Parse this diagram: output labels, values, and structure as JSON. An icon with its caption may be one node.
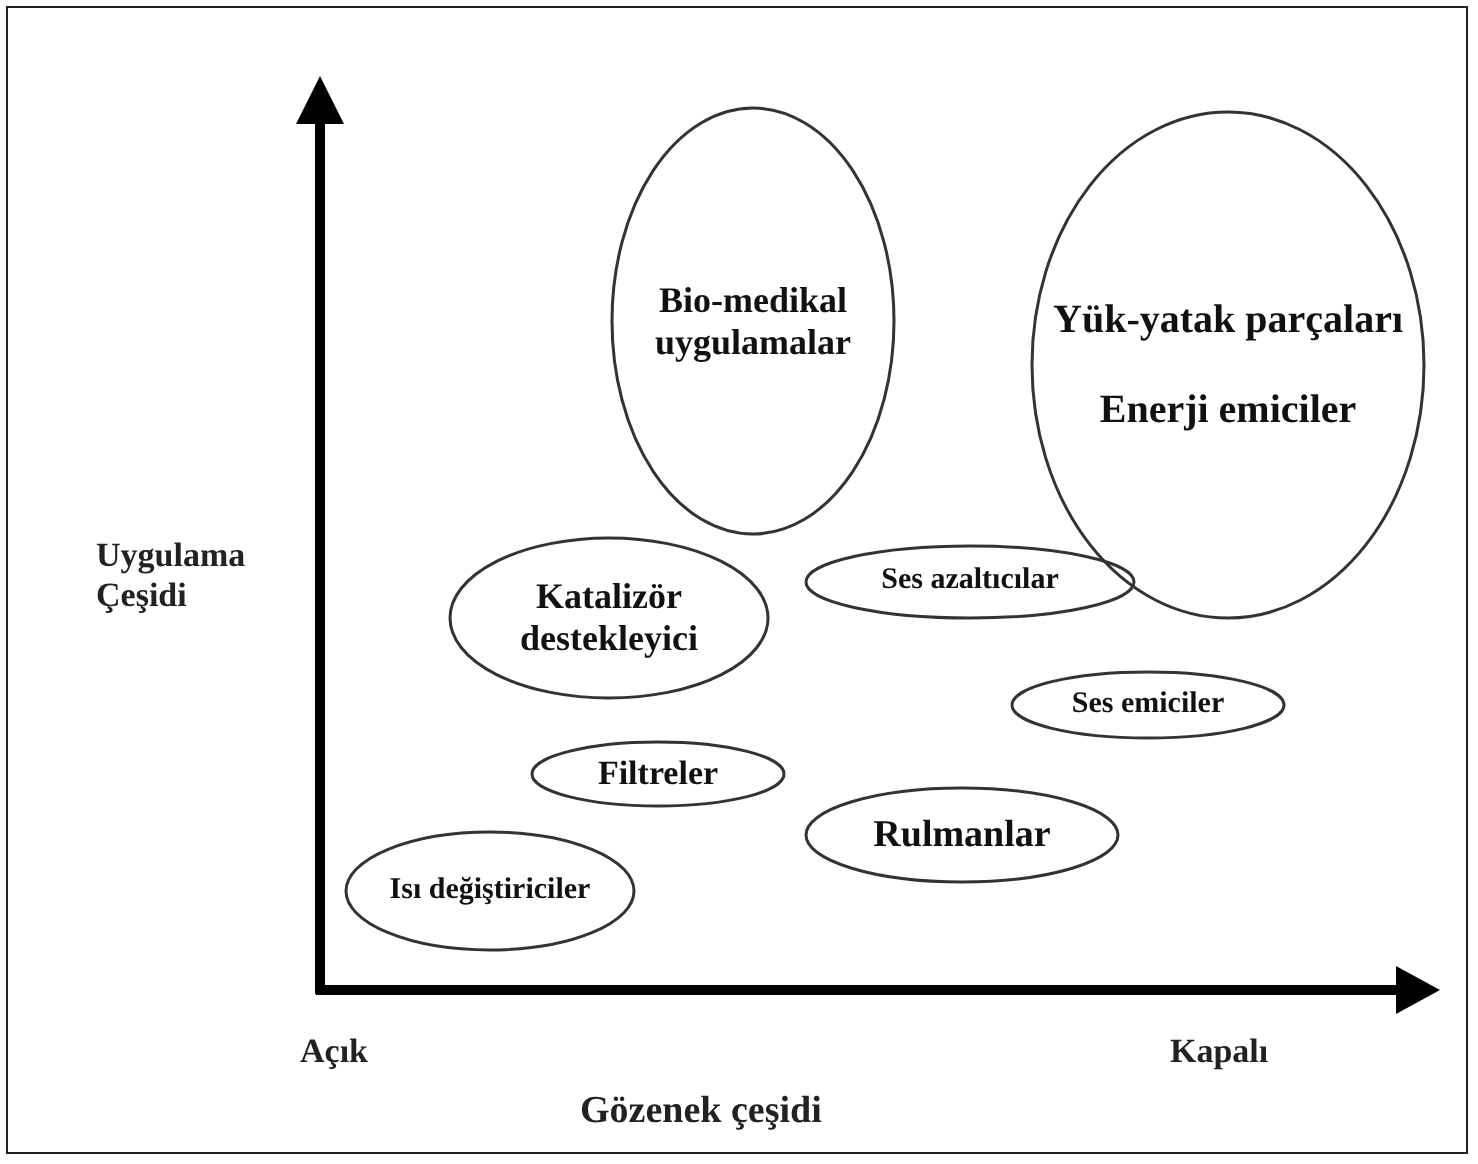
{
  "diagram": {
    "nodes": [
      {
        "text": [
          "Bio-medikal uygulamalar"
        ]
      },
      {
        "text": [
          "Yük-yatak parçaları",
          "Enerji emiciler"
        ]
      },
      {
        "text": [
          "Katalizör destekleyici"
        ]
      },
      {
        "text": [
          "Ses azaltıcılar"
        ]
      },
      {
        "text": [
          "Ses emiciler"
        ]
      },
      {
        "text": [
          "Filtreler"
        ]
      },
      {
        "text": [
          "Rulmanlar"
        ]
      },
      {
        "text": [
          "Isı değiştiriciler"
        ]
      }
    ],
    "edges": [],
    "labels": [
      "Uygulama Çeşidi",
      "Açık",
      "Kapalı",
      "Gözenek çeşidi"
    ]
  }
}
